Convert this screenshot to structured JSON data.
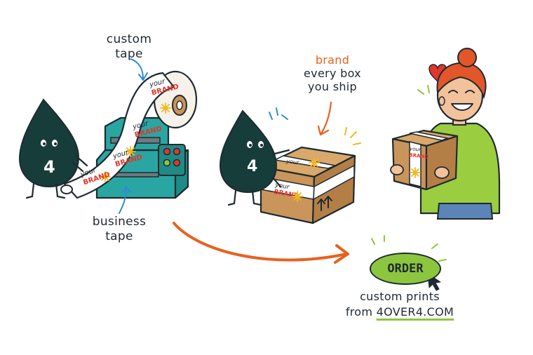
{
  "labels": {
    "custom_tape": [
      "custom",
      "tape"
    ],
    "business_tape": [
      "business",
      "tape"
    ],
    "brand_word": "brand",
    "brand_rest": [
      "every box",
      "you ship"
    ],
    "tape_print_top": "your",
    "tape_print_bottom": "BRAND",
    "mascot_number": "4",
    "order_button": "ORDER",
    "cta_line1": "custom prints",
    "cta_from": "from",
    "cta_site": "4OVER4.COM"
  },
  "colors": {
    "ink": "#1f2a30",
    "mascot": "#173d3a",
    "machine": "#2aa6a2",
    "box": "#c9955a",
    "tape_red": "#e2352d",
    "sun": "#f3b81f",
    "arrow_orange": "#e8611e",
    "accent_blue": "#2a8bd6",
    "order_green": "#8cc63f",
    "sweater": "#9acd40",
    "hair": "#e2562a",
    "heart": "#e2352d"
  },
  "icons": [
    "mascot-drop",
    "tape-dispenser",
    "cardboard-box",
    "heart",
    "cursor-arrow",
    "curved-arrow"
  ]
}
